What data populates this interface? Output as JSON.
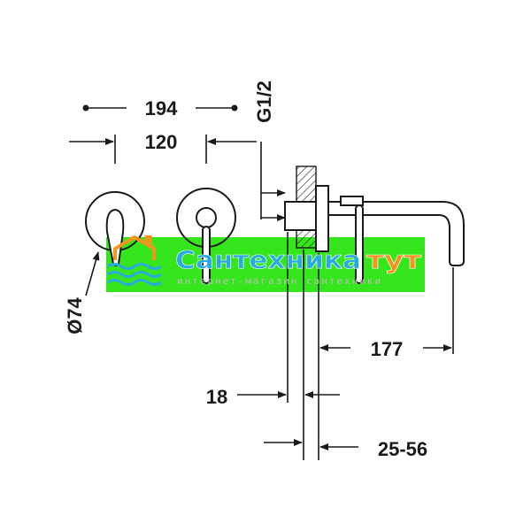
{
  "dimensions": {
    "overall_width": "194",
    "spacing": "120",
    "thread": "G1/2",
    "diameter": "Ø74",
    "spout_reach": "177",
    "plate_depth": "18",
    "wall_range": "25-56"
  },
  "watermark": {
    "brand_main": "Сантехника",
    "brand_accent": "тут",
    "tagline": "интернет-магазин сантехники",
    "logo_icons": [
      "house-icon",
      "waves-icon"
    ],
    "colors": {
      "band": "#36e61c",
      "main": "#29abe2",
      "accent": "#f7941d"
    }
  },
  "colors": {
    "line": "#1a1a1a",
    "background": "#ffffff"
  }
}
